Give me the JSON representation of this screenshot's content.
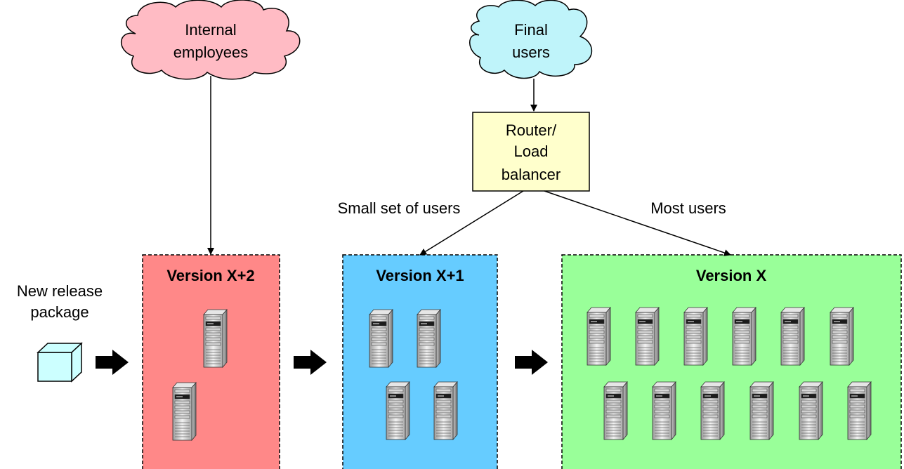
{
  "clouds": {
    "internal": {
      "line1": "Internal",
      "line2": "employees",
      "color": "#FFBBC4"
    },
    "final": {
      "line1": "Final",
      "line2": "users",
      "color": "#BFF4FA"
    }
  },
  "router": {
    "line1": "Router/",
    "line2": "Load",
    "line3": "balancer",
    "color": "#FFFFCC"
  },
  "edges": {
    "small_set": "Small set of users",
    "most_users": "Most users"
  },
  "release": {
    "line1": "New release",
    "line2": "package",
    "color": "#CCFFFF"
  },
  "versions": {
    "x2": {
      "label": "Version X+2",
      "color": "#FF8888",
      "server_count": 2
    },
    "x1": {
      "label": "Version X+1",
      "color": "#66CCFF",
      "server_count": 4
    },
    "x": {
      "label": "Version X",
      "color": "#99FF99",
      "server_count": 12
    }
  }
}
